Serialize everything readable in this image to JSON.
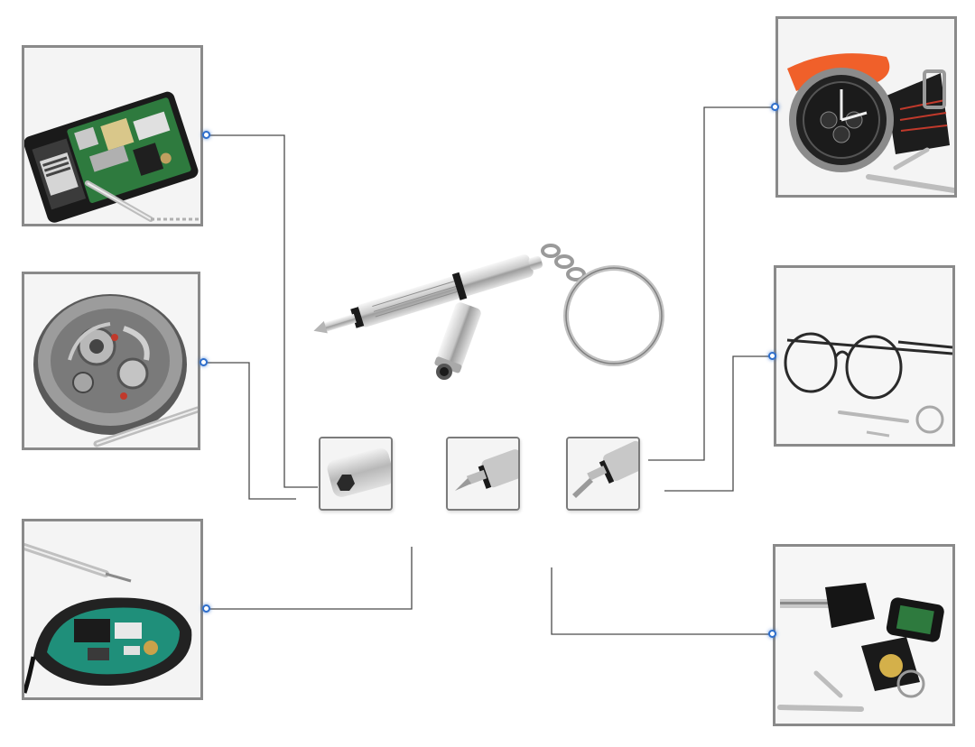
{
  "colors": {
    "panel_border": "#8a8a8a",
    "connector_line": "#4a4a4a",
    "connector_dot": "#2f6fcc",
    "chrome": "#cfcfcf",
    "watch_strap": "#f0602a"
  },
  "applications": [
    {
      "name": "phone-repair",
      "icon": "smartphone-circuit-board"
    },
    {
      "name": "watch-movement-repair",
      "icon": "watch-movement"
    },
    {
      "name": "computer-mouse-repair",
      "icon": "computer-mouse"
    },
    {
      "name": "wristwatch-repair",
      "icon": "wristwatch"
    },
    {
      "name": "glasses-repair",
      "icon": "eyeglasses"
    },
    {
      "name": "car-key-repair",
      "icon": "car-key-fob"
    }
  ],
  "tool": {
    "name": "keychain-screwdriver",
    "tips": [
      "hex-socket",
      "phillips",
      "flat-head"
    ]
  }
}
